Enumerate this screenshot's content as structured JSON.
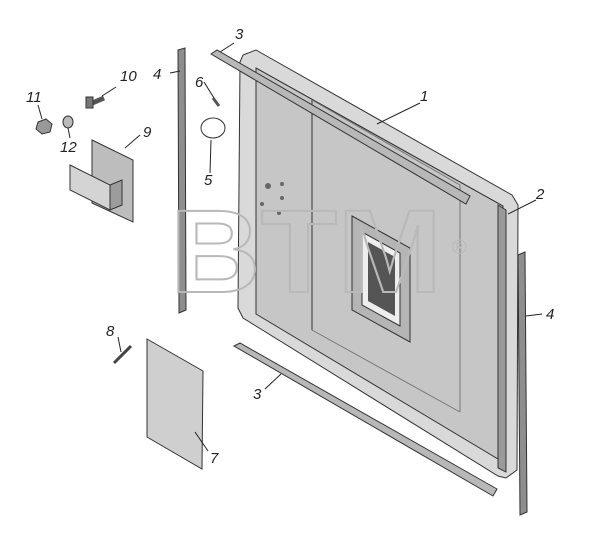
{
  "watermark": {
    "text": "BTM",
    "registered": "®"
  },
  "callouts": {
    "c1": "1",
    "c2": "2",
    "c3_top": "3",
    "c3_bottom": "3",
    "c4_left": "4",
    "c4_right": "4",
    "c5": "5",
    "c6": "6",
    "c7": "7",
    "c8": "8",
    "c9": "9",
    "c10": "10",
    "c11": "11",
    "c12": "12"
  },
  "colors": {
    "panel": "#c6c6c6",
    "frame": "#d8d8d8",
    "seal": "#8e8e8e",
    "plate": "#cfcfcf",
    "outline": "#333333"
  }
}
